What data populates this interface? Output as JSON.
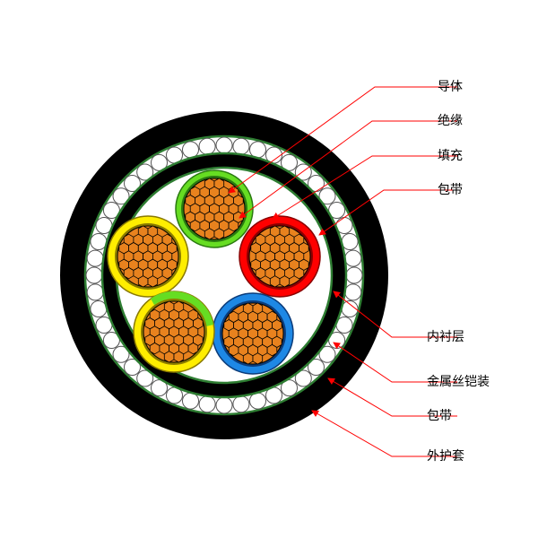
{
  "labels": {
    "conductor": "导体",
    "insulation": "绝缘",
    "filler": "填充",
    "wrapping_tape_inner": "包带",
    "inner_sheath": "内衬层",
    "steel_wire_armour": "金属丝铠装",
    "wrapping_tape_outer": "包带",
    "outer_sheath": "外护套"
  },
  "colors": {
    "outer_sheath": "#000000",
    "armour_wire": "#ffffff",
    "tape": "#2e7d32",
    "filler": "#ffffff",
    "conductor": "#e8821e",
    "core_green": "#66dd22",
    "core_yellow": "#ffee00",
    "core_red": "#ff0000",
    "core_blue": "#1e88e5",
    "leader_line": "#ff0000"
  },
  "cores": [
    {
      "name": "green-core",
      "insulation": "green"
    },
    {
      "name": "red-core",
      "insulation": "red"
    },
    {
      "name": "blue-core",
      "insulation": "blue"
    },
    {
      "name": "yellow-green-core",
      "insulation": "yellow-green"
    },
    {
      "name": "yellow-core",
      "insulation": "yellow"
    }
  ]
}
